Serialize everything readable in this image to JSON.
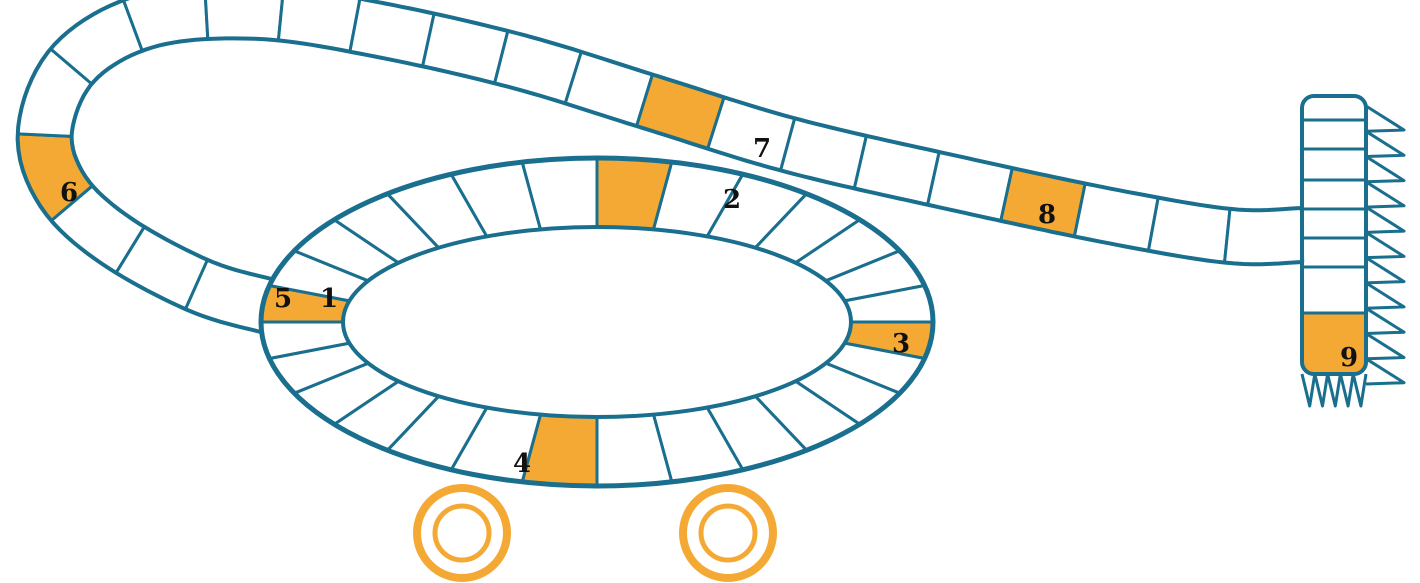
{
  "colors": {
    "track": "#1a6f8e",
    "highlight": "#f5a935",
    "wheel": "#f5a935",
    "background": "#ffffff"
  },
  "labels": [
    {
      "id": "1",
      "text": "1"
    },
    {
      "id": "2",
      "text": "2"
    },
    {
      "id": "3",
      "text": "3"
    },
    {
      "id": "4",
      "text": "4"
    },
    {
      "id": "5",
      "text": "5"
    },
    {
      "id": "6",
      "text": "6"
    },
    {
      "id": "7",
      "text": "7"
    },
    {
      "id": "8",
      "text": "8"
    },
    {
      "id": "9",
      "text": "9"
    }
  ]
}
